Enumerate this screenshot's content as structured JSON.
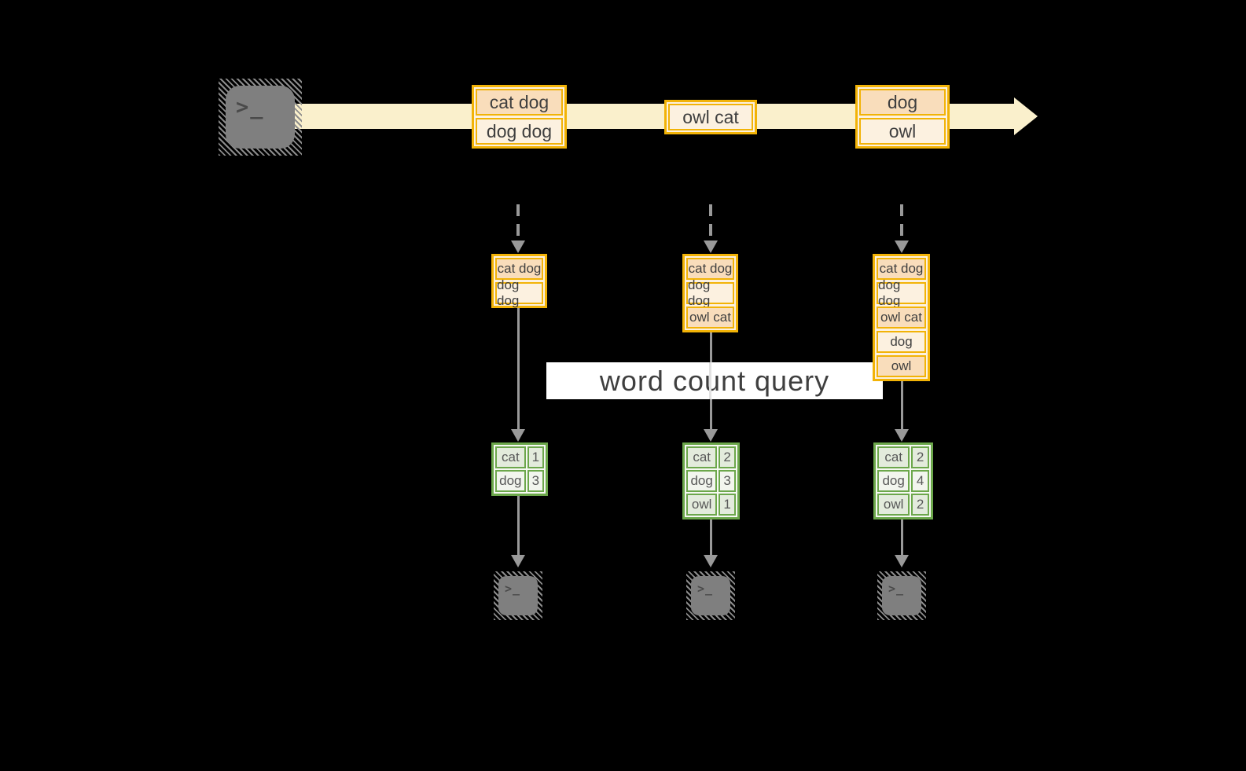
{
  "label": {
    "text": "word count query"
  },
  "terminal": {
    "prompt": ">_"
  },
  "stream": {
    "events": [
      {
        "lines": [
          "cat dog",
          "dog dog"
        ]
      },
      {
        "lines": [
          "owl cat"
        ]
      },
      {
        "lines": [
          "dog",
          "owl"
        ]
      }
    ]
  },
  "pipelines": [
    {
      "buffer": [
        "cat dog",
        "dog dog"
      ],
      "counts": [
        [
          "cat",
          "1"
        ],
        [
          "dog",
          "3"
        ]
      ]
    },
    {
      "buffer": [
        "cat dog",
        "dog dog",
        "owl cat"
      ],
      "counts": [
        [
          "cat",
          "2"
        ],
        [
          "dog",
          "3"
        ],
        [
          "owl",
          "1"
        ]
      ]
    },
    {
      "buffer": [
        "cat dog",
        "dog dog",
        "owl cat",
        "dog",
        "owl"
      ],
      "counts": [
        [
          "cat",
          "2"
        ],
        [
          "dog",
          "4"
        ],
        [
          "owl",
          "2"
        ]
      ]
    }
  ],
  "colors": {
    "background": "#000000",
    "accent_gold": "#F2B307",
    "accent_green": "#6CA74B",
    "stream_band": "#FAF0CC",
    "cell_peach": "#F9DDBB",
    "cell_cream": "#FCF1E0",
    "green_cell_dark": "#E3EBDC",
    "green_cell_light": "#F2F5EE",
    "arrow_gray": "#999999",
    "terminal_gray": "#7F7F7F"
  }
}
